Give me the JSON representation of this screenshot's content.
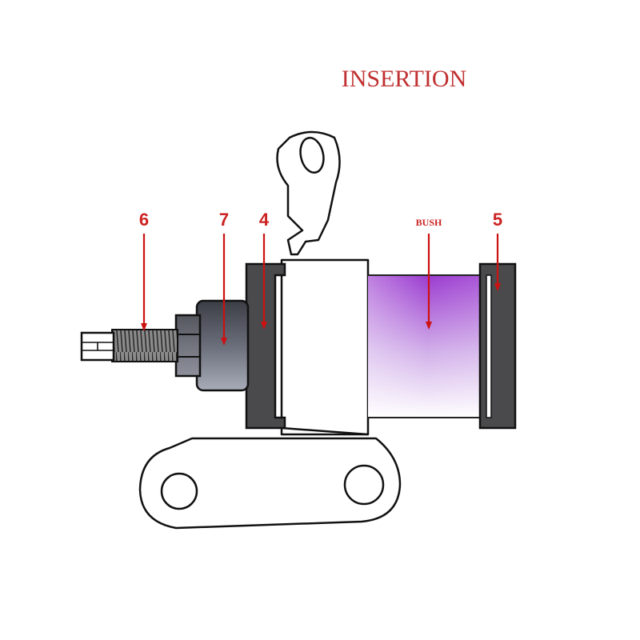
{
  "title": "INSERTION",
  "labels": {
    "part_6": "6",
    "part_7": "7",
    "part_4": "4",
    "bush": "BUSH",
    "part_5": "5"
  },
  "colors": {
    "label_red": "#cc2222",
    "bush_purple": "#9b3bd0",
    "plate_gray": "#4a4a4d",
    "nut_gray": "#5a5c66"
  }
}
